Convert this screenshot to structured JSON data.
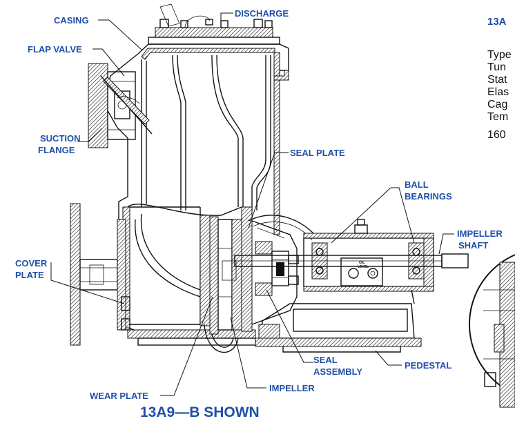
{
  "labels": {
    "casing": "CASING",
    "discharge": "DISCHARGE",
    "flap_valve": "FLAP VALVE",
    "suction_flange_line1": "SUCTION",
    "suction_flange_line2": "FLANGE",
    "seal_plate": "SEAL PLATE",
    "ball_bearings_line1": "BALL",
    "ball_bearings_line2": "BEARINGS",
    "impeller_shaft_line1": "IMPELLER",
    "impeller_shaft_line2": "SHAFT",
    "cover_plate_line1": "COVER",
    "cover_plate_line2": "PLATE",
    "seal_assembly_line1": "SEAL",
    "seal_assembly_line2": "ASSEMBLY",
    "pedestal": "PEDESTAL",
    "impeller": "IMPELLER",
    "wear_plate": "WEAR PLATE",
    "oil_level_line1": "OIL",
    "oil_level_line2": "LEVEL"
  },
  "caption": "13A9—B SHOWN",
  "side_panel": {
    "title": "13A",
    "lines": [
      "Type",
      "Tun",
      "Stat",
      "Elas",
      "Cag",
      "Tem",
      "160"
    ]
  },
  "colors": {
    "label": "#1f4fa8",
    "ink": "#111111"
  }
}
